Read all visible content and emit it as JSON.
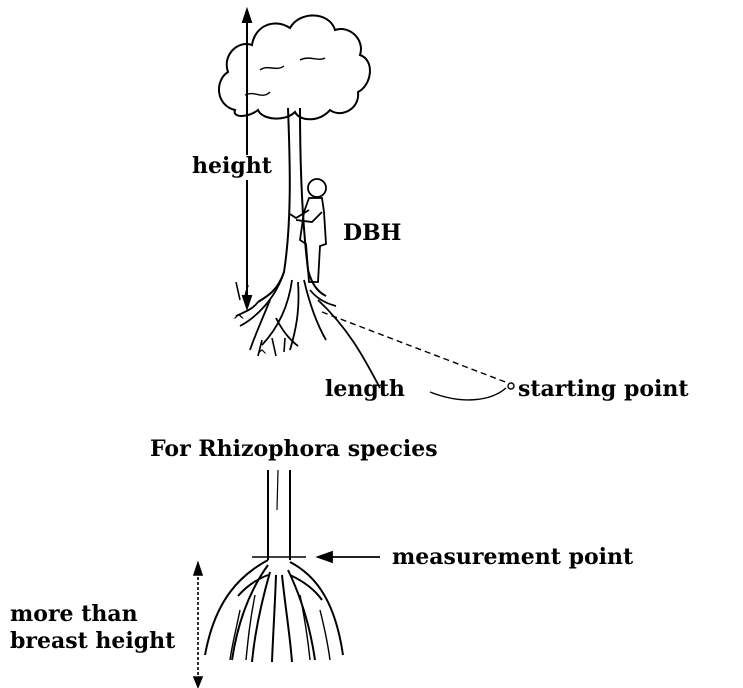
{
  "top_diagram": {
    "label_height": "height",
    "label_dbh": "DBH",
    "label_length": "length",
    "label_start": "starting point"
  },
  "bottom_diagram": {
    "heading": "For Rhizophora species",
    "label_measure": "measurement point",
    "label_more_line1": "more than",
    "label_more_line2": "breast height"
  }
}
